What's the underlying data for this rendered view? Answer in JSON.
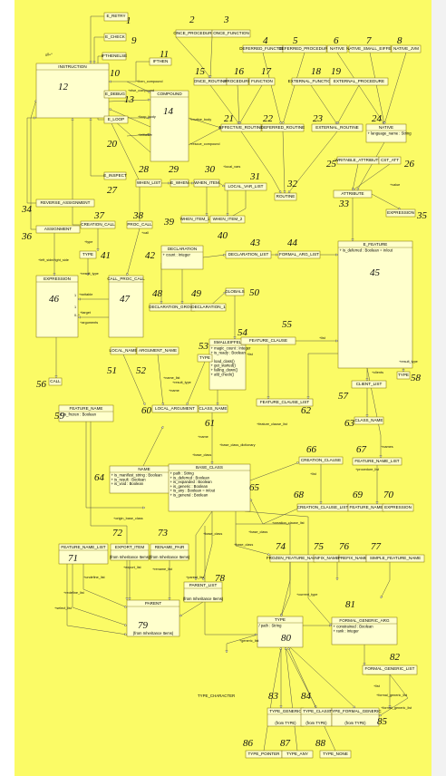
{
  "diagram": {
    "classes": [
      {
        "id": "c1",
        "name": "E_RETRY",
        "num": "1"
      },
      {
        "id": "c9",
        "name": "E_CHECK",
        "num": "9"
      },
      {
        "id": "c12",
        "name": "INSTRUCTION",
        "num": "12",
        "mult": "0..*"
      },
      {
        "id": "c10",
        "name": "IFTHENELSE",
        "num": "10"
      },
      {
        "id": "c11",
        "name": "IFTHEN",
        "num": "11"
      },
      {
        "id": "c13",
        "name": "E_DEBUG",
        "num": "13"
      },
      {
        "id": "c14",
        "name": "COMPOUND",
        "num": "14"
      },
      {
        "id": "c20",
        "name": "E_LOOP",
        "num": "20"
      },
      {
        "id": "c27",
        "name": "E_INSPECT",
        "num": "27"
      },
      {
        "id": "c2",
        "name": "ONCE_PROCEDURE",
        "num": "2"
      },
      {
        "id": "c3",
        "name": "ONCE_FUNCTION",
        "num": "3"
      },
      {
        "id": "c4",
        "name": "DEFERRED_FUNCTION",
        "num": "4"
      },
      {
        "id": "c5",
        "name": "DEFERRED_PROCEDURE",
        "num": "5"
      },
      {
        "id": "c6",
        "name": "NATIVE",
        "num": "6"
      },
      {
        "id": "c7",
        "name": "NATIVE_SMALL_EIFFEL",
        "num": "7"
      },
      {
        "id": "c8",
        "name": "NATIVE_JVM",
        "num": "8"
      },
      {
        "id": "c15",
        "name": "ONCE_ROUTINE",
        "num": "15"
      },
      {
        "id": "c16",
        "name": "PROCEDURE",
        "num": "16"
      },
      {
        "id": "c17",
        "name": "FUNCTION",
        "num": "17"
      },
      {
        "id": "c18",
        "name": "EXTERNAL_FUNCTION",
        "num": "18"
      },
      {
        "id": "c19",
        "name": "EXTERNAL_PROCEDURE",
        "num": "19"
      },
      {
        "id": "c21",
        "name": "EFFECTIVE_ROUTINE",
        "num": "21"
      },
      {
        "id": "c22",
        "name": "DEFERRED_ROUTINE",
        "num": "22"
      },
      {
        "id": "c23",
        "name": "EXTERNAL_ROUTINE",
        "num": "23"
      },
      {
        "id": "c24",
        "name": "NATIVE",
        "num": "24",
        "attrs": [
          "+ language_name : String"
        ]
      },
      {
        "id": "c28",
        "name": "WHEN_LIST",
        "num": "28"
      },
      {
        "id": "c29",
        "name": "E_WHEN",
        "num": "29"
      },
      {
        "id": "c30",
        "name": "WHEN_ITEM",
        "num": "30"
      },
      {
        "id": "c31",
        "name": "LOCAL_VAR_LIST",
        "num": "31"
      },
      {
        "id": "c32",
        "name": "ROUTINE",
        "num": "32"
      },
      {
        "id": "c25",
        "name": "WRITABLE_ATTRIBUTE",
        "num": "25"
      },
      {
        "id": "c26",
        "name": "CST_ATT",
        "num": "26"
      },
      {
        "id": "c33",
        "name": "ATTRIBUTE",
        "num": "33"
      },
      {
        "id": "c35",
        "name": "EXPRESSION",
        "num": "35"
      },
      {
        "id": "c34",
        "name": "REVERSE_ASSIGNMENT",
        "num": "34"
      },
      {
        "id": "c36",
        "name": "ASSIGNMENT",
        "num": "36"
      },
      {
        "id": "c37",
        "name": "CREATION_CALL",
        "num": "37"
      },
      {
        "id": "c38",
        "name": "PROC_CALL",
        "num": "38"
      },
      {
        "id": "c39",
        "name": "WHEN_ITEM_1",
        "num": "39"
      },
      {
        "id": "c40",
        "name": "WHEN_ITEM_2",
        "num": "40"
      },
      {
        "id": "c41",
        "name": "TYPE",
        "num": "41"
      },
      {
        "id": "c42",
        "name": "DECLARATION",
        "num": "42",
        "attrs": [
          "+ count : Integer"
        ]
      },
      {
        "id": "c43",
        "name": "DECLARATION_LIST",
        "num": "43"
      },
      {
        "id": "c44",
        "name": "FORMAL_ARG_LIST",
        "num": "44"
      },
      {
        "id": "c45",
        "name": "E_FEATURE",
        "num": "45",
        "attrs": [
          "+ is_deferred : Boolean = in/out"
        ]
      },
      {
        "id": "c46",
        "name": "EXPRESSION",
        "num": "46"
      },
      {
        "id": "c47",
        "name": "CALL_PROC_CALL",
        "num": "47"
      },
      {
        "id": "c48",
        "name": "DECLARATION_GROUP",
        "num": "48"
      },
      {
        "id": "c49",
        "name": "DECLARATION_1",
        "num": "49"
      },
      {
        "id": "c50",
        "name": "GLOBALS",
        "num": "50"
      },
      {
        "id": "c54",
        "name": "SMALLEIFFEL",
        "num": "54",
        "attrs": [
          "+ magic_count : Integer",
          "+ is_ready : Boolean",
          "",
          "+ load_class()",
          "+ get_started()",
          "+ falling_down()",
          "+ afd_check()"
        ]
      },
      {
        "id": "c55",
        "name": "FEATURE_CLAUSE",
        "num": "55"
      },
      {
        "id": "c51",
        "name": "LOCAL_NAME",
        "num": "51"
      },
      {
        "id": "c52",
        "name": "ARGUMENT_NAME",
        "num": "52"
      },
      {
        "id": "c53",
        "name": "TYPE",
        "num": "53"
      },
      {
        "id": "c56",
        "name": "CALL",
        "num": "56"
      },
      {
        "id": "c57",
        "name": "CLIENT_LIST",
        "num": "57"
      },
      {
        "id": "c58",
        "name": "TYPE",
        "num": "58"
      },
      {
        "id": "c59",
        "name": "FEATURE_NAME",
        "num": "59",
        "attrs": [
          "+ is_frozen : Boolean"
        ]
      },
      {
        "id": "c60",
        "name": "LOCAL_ARGUMENT",
        "num": "60"
      },
      {
        "id": "c61",
        "name": "CLASS_NAME",
        "num": "61"
      },
      {
        "id": "c62",
        "name": "FEATURE_CLAUSE_LIST",
        "num": "62"
      },
      {
        "id": "c63",
        "name": "CLASS_NAME",
        "num": "63"
      },
      {
        "id": "c64",
        "name": "NAME",
        "num": "64",
        "attrs": [
          "+ is_manifest_string : Boolean",
          "+ is_result : Boolean",
          "+ is_void : Boolean"
        ]
      },
      {
        "id": "c65",
        "name": "BASE_CLASS",
        "num": "65",
        "attrs": [
          "+ path : String",
          "+ is_deferred : Boolean",
          "+ is_expanded : Boolean",
          "+ is_generic : Boolean",
          "+ is_any : Boolean = in/out",
          "+ is_general : Boolean"
        ]
      },
      {
        "id": "c66",
        "name": "CREATION_CLAUSE",
        "num": "66"
      },
      {
        "id": "c67",
        "name": "FEATURE_NAME_LIST",
        "num": "67"
      },
      {
        "id": "c68",
        "name": "CREATION_CLAUSE_LIST",
        "num": "68"
      },
      {
        "id": "c69",
        "name": "FEATURE_NAME",
        "num": "69"
      },
      {
        "id": "c70",
        "name": "EXPRESSION",
        "num": "70"
      },
      {
        "id": "c71",
        "name": "FEATURE_NAME_LIST",
        "num": "71"
      },
      {
        "id": "c72",
        "name": "EXPORT_ITEM",
        "num": "72",
        "sub": "(from Inheritance Items)"
      },
      {
        "id": "c73",
        "name": "RENAME_PAIR",
        "num": "73",
        "sub": "(from Inheritance Items)"
      },
      {
        "id": "c74",
        "name": "FROZEN_FEATURE_NAME",
        "num": "74"
      },
      {
        "id": "c75",
        "name": "INFIX_NAME",
        "num": "75"
      },
      {
        "id": "c76",
        "name": "PREFIX_NAME",
        "num": "76"
      },
      {
        "id": "c77",
        "name": "SIMPLE_FEATURE_NAME",
        "num": "77"
      },
      {
        "id": "c78",
        "name": "PARENT_LIST",
        "num": "78",
        "sub": "(from Inheritance Items)"
      },
      {
        "id": "c79",
        "name": "PARENT",
        "num": "79",
        "sub": "(from Inheritance Items)"
      },
      {
        "id": "c80",
        "name": "TYPE",
        "num": "80",
        "attrs": [
          "/ path : String"
        ]
      },
      {
        "id": "c81",
        "name": "FORMAL_GENERIC_ARG",
        "num": "81",
        "attrs": [
          "+ constrained : Boolean",
          "+ rank : Integer"
        ]
      },
      {
        "id": "c82",
        "name": "FORMAL_GENERIC_LIST",
        "num": "82"
      },
      {
        "id": "c83",
        "name": "TYPE_GENERIC",
        "num": "83",
        "sub": "(from TYPE)"
      },
      {
        "id": "c84",
        "name": "TYPE_CLASS",
        "num": "84",
        "sub": "(from TYPE)"
      },
      {
        "id": "c85",
        "name": "TYPE_FORMAL_GENERIC",
        "num": "85",
        "sub": "(from TYPE)"
      },
      {
        "id": "c86",
        "name": "TYPE_POINTER",
        "num": "86"
      },
      {
        "id": "c87",
        "name": "TYPE_ANY",
        "num": "87"
      },
      {
        "id": "c88",
        "name": "TYPE_NONE",
        "num": "88"
      }
    ],
    "edge_labels": {
      "then_compound": "+then_compound",
      "else_compound": "+else_compound",
      "loop_body": "+loop_body",
      "initialize": "+initialize",
      "routine_body": "+routine_body",
      "rescue_compound": "+rescue_compound",
      "local_vars": "+local_vars",
      "value": "+value",
      "call": "+call",
      "type": "+type",
      "result_type": "+result_type",
      "left_side": "+left_side/right_side",
      "writable": "+writable",
      "target": "+target",
      "arguments": "+arguments",
      "list": "+list",
      "clients": "+clients",
      "name": "+name",
      "feature_clause_list": "+feature_clause_list",
      "base_class": "+base_class",
      "base_class_dictionary": "+base_class_dictionary",
      "names": "+names",
      "procedure_list": "+procedure_list",
      "creation_clause_list": "+creation_clause_list",
      "origin_base_class": "+origin_base_class",
      "undefine_list": "+undefine_list",
      "redefine_list": "+redefine_list",
      "select_list": "+select_list",
      "export_list": "+export_list",
      "rename_list": "+rename_list",
      "parent_list": "+parent_list",
      "current_type": "+current_type",
      "generic_list": "+generic_list",
      "formal_generic_list": "+formal_generic_list",
      "local_name": "+name_list",
      "result_type2": "+result_type",
      "mult_many": "0..*",
      "mult_one": "1"
    },
    "free_text": {
      "type_character": "TYPE_CHARACTER"
    }
  }
}
